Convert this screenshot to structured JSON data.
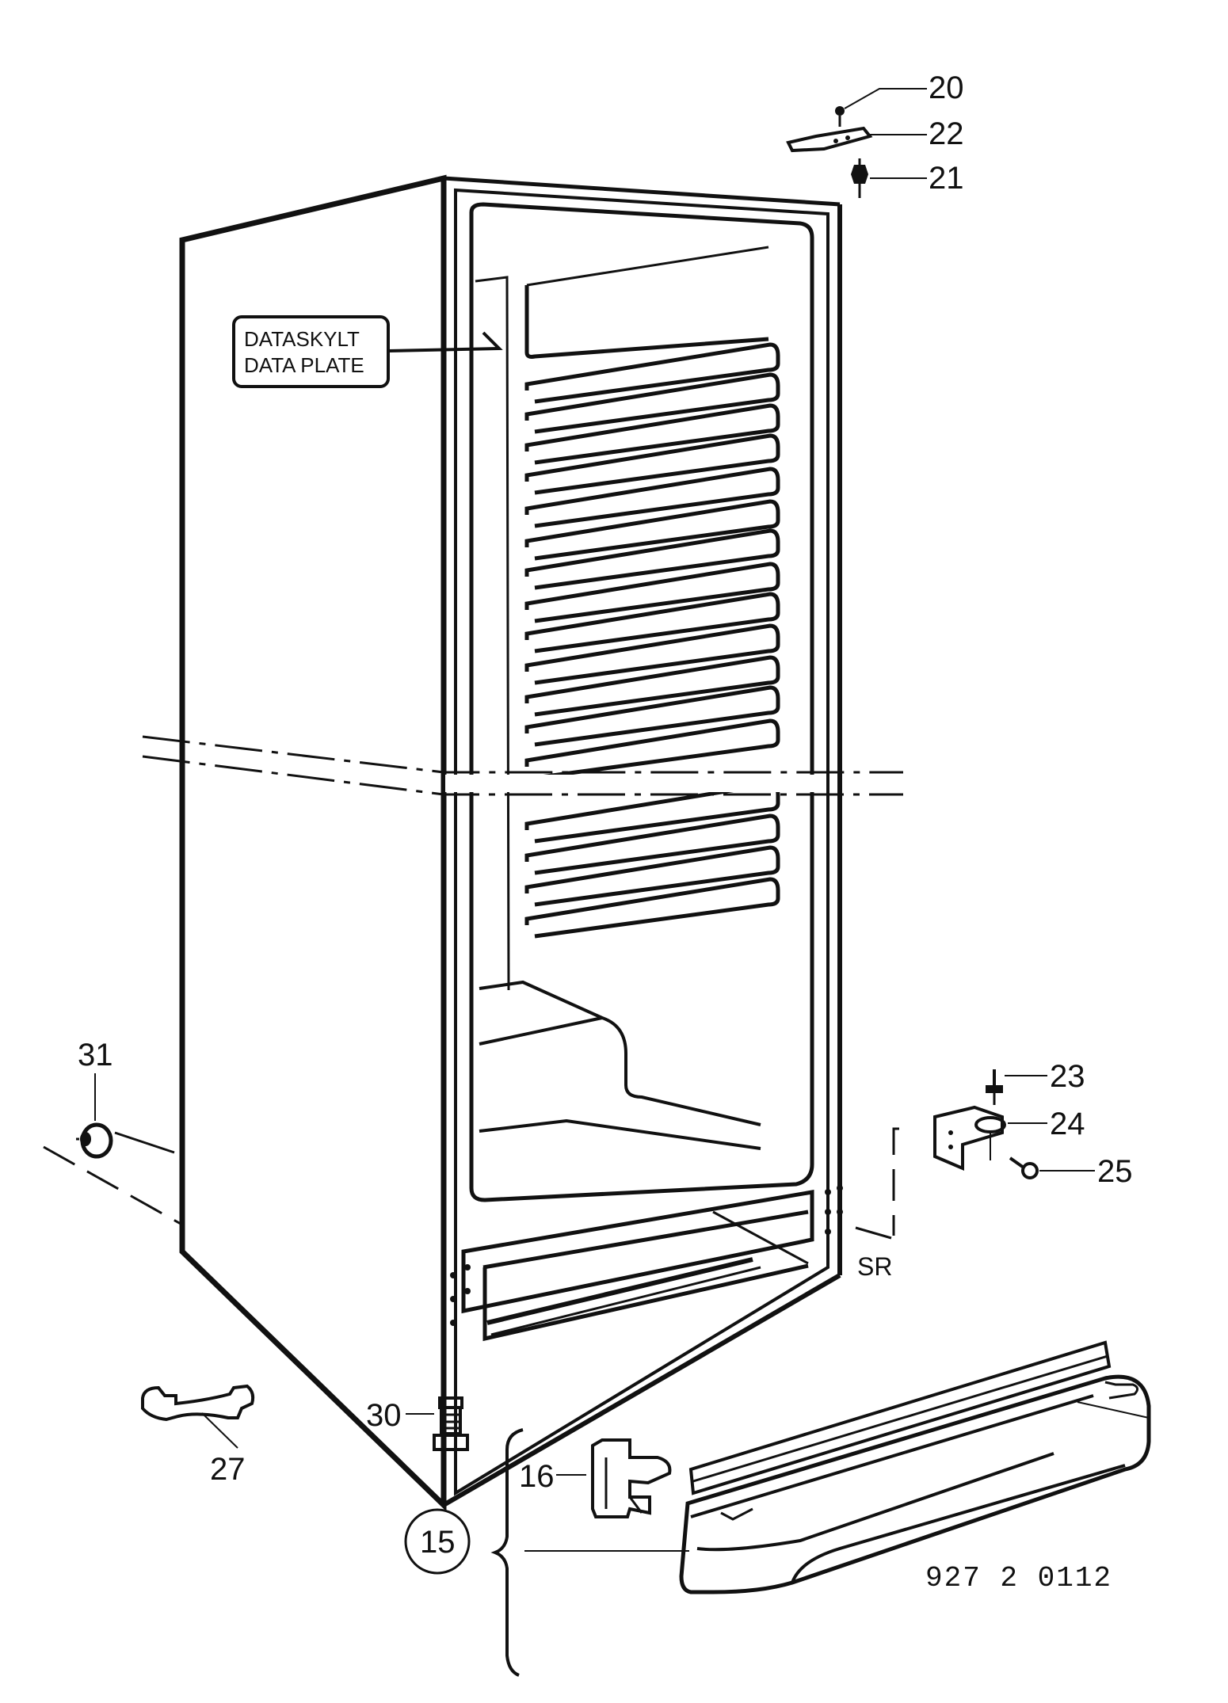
{
  "labels": {
    "data_plate_line1": "DATASKYLT",
    "data_plate_line2": "DATA PLATE",
    "p20": "20",
    "p22": "22",
    "p21": "21",
    "p23": "23",
    "p24": "24",
    "p25": "25",
    "sr": "SR",
    "p31": "31",
    "p27": "27",
    "p30": "30",
    "p16": "16",
    "p15": "15",
    "drawing_number": "927 2 0112"
  }
}
